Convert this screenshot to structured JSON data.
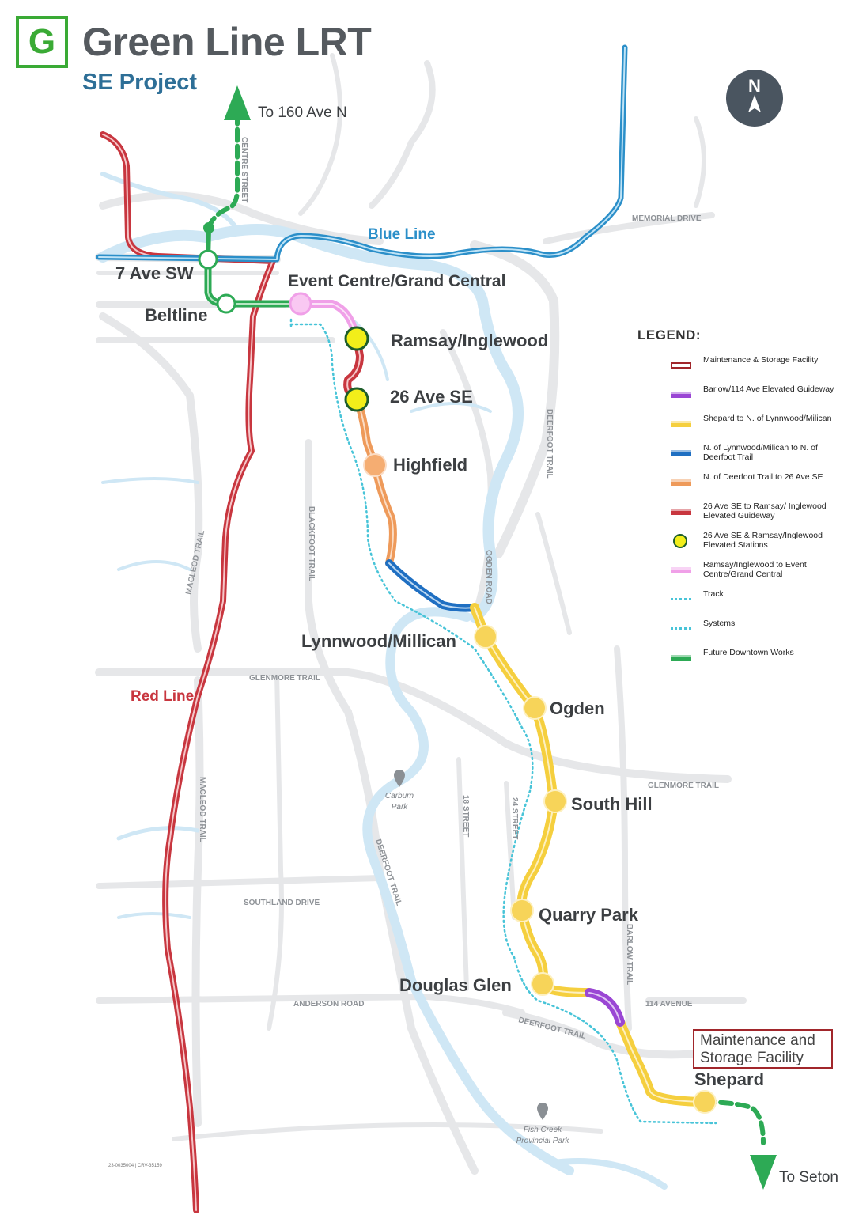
{
  "header": {
    "logo_letter": "G",
    "title": "Green Line LRT",
    "subtitle": "SE Project"
  },
  "compass": {
    "label": "N"
  },
  "lines": {
    "blue": "Blue Line",
    "red": "Red Line",
    "north_arrow": "To 160 Ave N",
    "south_arrow": "To Seton"
  },
  "stations": {
    "seven_ave": "7 Ave SW",
    "beltline": "Beltline",
    "event_centre": "Event Centre/Grand Central",
    "ramsay": "Ramsay/Inglewood",
    "ave26": "26 Ave SE",
    "highfield": "Highfield",
    "lynnwood": "Lynnwood/Millican",
    "ogden": "Ogden",
    "south_hill": "South Hill",
    "quarry_park": "Quarry Park",
    "douglas_glen": "Douglas Glen",
    "shepard": "Shepard"
  },
  "roads": {
    "centre_street": "CENTRE STREET",
    "memorial_drive": "MEMORIAL DRIVE",
    "deerfoot_north": "DEERFOOT TRAIL",
    "macleod_north": "MACLEOD TRAIL",
    "blackfoot": "BLACKFOOT TRAIL",
    "ogden_road": "OGDEN ROAD",
    "glenmore_west": "GLENMORE TRAIL",
    "glenmore_east": "GLENMORE TRAIL",
    "macleod_south": "MACLEOD TRAIL",
    "street18": "18 STREET",
    "street24": "24 STREET",
    "deerfoot_mid": "DEERFOOT TRAIL",
    "southland": "SOUTHLAND DRIVE",
    "barlow": "BARLOW TRAIL",
    "anderson": "ANDERSON ROAD",
    "ave114": "114 AVENUE",
    "deerfoot_south": "DEERFOOT TRAIL"
  },
  "parks": {
    "carburn_1": "Carburn",
    "carburn_2": "Park",
    "fishcreek_1": "Fish Creek",
    "fishcreek_2": "Provincial Park"
  },
  "maintenance_box": {
    "line1": "Maintenance and",
    "line2": "Storage Facility"
  },
  "legend": {
    "title": "LEGEND:",
    "items": [
      {
        "label": "Maintenance & Storage Facility",
        "color": "#a1262b",
        "style": "outline"
      },
      {
        "label": "Barlow/114 Ave Elevated Guideway",
        "color": "#9a46d4",
        "style": "solid"
      },
      {
        "label": "Shepard to N. of Lynnwood/Milican",
        "color": "#f5cf3e",
        "style": "solid"
      },
      {
        "label": "N. of Lynnwood/Milican to N. of Deerfoot Trail",
        "color": "#1f6fc2",
        "style": "solid"
      },
      {
        "label": "N. of Deerfoot Trail to 26 Ave SE",
        "color": "#ee9a5a",
        "style": "solid"
      },
      {
        "label": "26 Ave SE to Ramsay/ Inglewood Elevated Guideway",
        "color": "#c8363f",
        "style": "solid"
      },
      {
        "label": "26 Ave SE & Ramsay/Inglewood Elevated Stations",
        "color": "#f2ee1a",
        "style": "station"
      },
      {
        "label": "Ramsay/Inglewood to Event Centre/Grand Central",
        "color": "#f0a0e8",
        "style": "solid"
      },
      {
        "label": "Track",
        "color": "#48c4d8",
        "style": "dotted"
      },
      {
        "label": "Systems",
        "color": "#48c4d8",
        "style": "dotted"
      },
      {
        "label": "Future Downtown Works",
        "color": "#2daa55",
        "style": "solid"
      }
    ]
  },
  "colors": {
    "red_line": "#c8363f",
    "blue_line": "#2b8fc9",
    "green": "#2daa55",
    "yellow": "#f5cf3e",
    "orange": "#ee9a5a",
    "dark_blue": "#1f6fc2",
    "pink": "#f0a0e8",
    "purple": "#9a46d4",
    "river": "#cfe7f5",
    "road": "#e5e6e8"
  },
  "credit": "23-0035004 | CRV-35159"
}
